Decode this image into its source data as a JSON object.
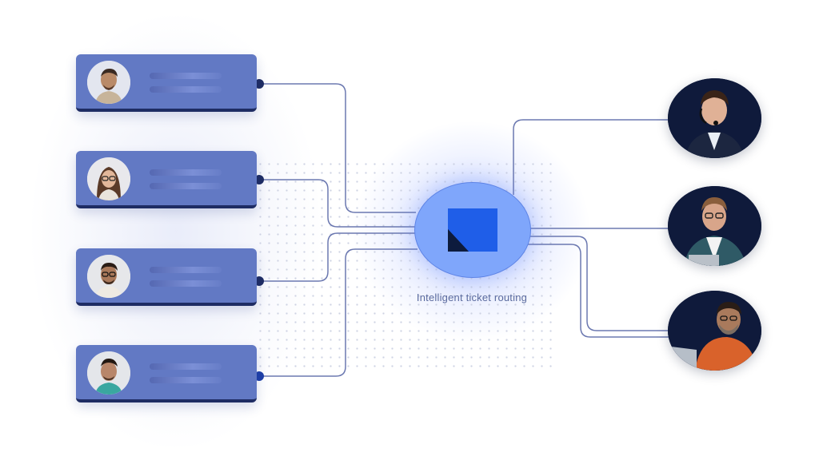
{
  "hub": {
    "label": "Intelligent ticket routing",
    "icon": "routing-logo-icon",
    "color": "#7fa6fb"
  },
  "customers": [
    {
      "name": "customer-1",
      "icon": "customer-avatar-icon"
    },
    {
      "name": "customer-2",
      "icon": "customer-avatar-icon"
    },
    {
      "name": "customer-3",
      "icon": "customer-avatar-icon"
    },
    {
      "name": "customer-4",
      "icon": "customer-avatar-icon"
    }
  ],
  "agents": [
    {
      "name": "agent-headset",
      "icon": "support-agent-headset-icon"
    },
    {
      "name": "agent-laptop",
      "icon": "support-agent-laptop-icon"
    },
    {
      "name": "agent-orange-sweater",
      "icon": "support-agent-laptop-icon"
    }
  ],
  "colors": {
    "card": "#6279c4",
    "card_border": "#1e2c63",
    "wire": "#6b78b0",
    "agent_bg": "#0f1a3b"
  }
}
